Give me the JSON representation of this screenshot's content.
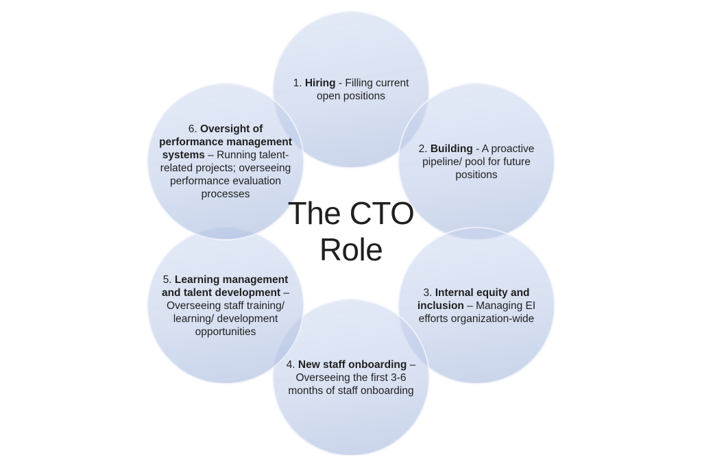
{
  "title": {
    "line1": "The CTO",
    "line2": "Role"
  },
  "circles": [
    {
      "name": "hiring",
      "prefix": "1. ",
      "keyword": "Hiring",
      "rest": " - Filling current open positions"
    },
    {
      "name": "building",
      "prefix": "2. ",
      "keyword": "Building",
      "rest": " - A proactive pipeline/ pool for future positions"
    },
    {
      "name": "internal-equity-and-inclusion",
      "prefix": "3. ",
      "keyword": "Internal equity and inclusion",
      "rest": " – Managing EI efforts organization-wide"
    },
    {
      "name": "new-staff-onboarding",
      "prefix": "4. ",
      "keyword": "New staff onboarding",
      "rest": " – Overseeing the first 3-6 months of staff onboarding"
    },
    {
      "name": "learning-management-and-talent-development",
      "prefix": "5. ",
      "keyword": "Learning management and talent development",
      "rest": " – Overseeing staff training/ learning/ development opportunities"
    },
    {
      "name": "oversight-of-performance-management-systems",
      "prefix": "6. ",
      "keyword": "Oversight of performance management systems",
      "rest": " – Running talent-related projects; overseeing performance evaluation processes"
    }
  ],
  "colors": {
    "background": "#ffffff",
    "circle_fill_light": "#dfe7f5",
    "circle_fill_dark": "#ccd7ea",
    "text": "#1f1f1f"
  }
}
